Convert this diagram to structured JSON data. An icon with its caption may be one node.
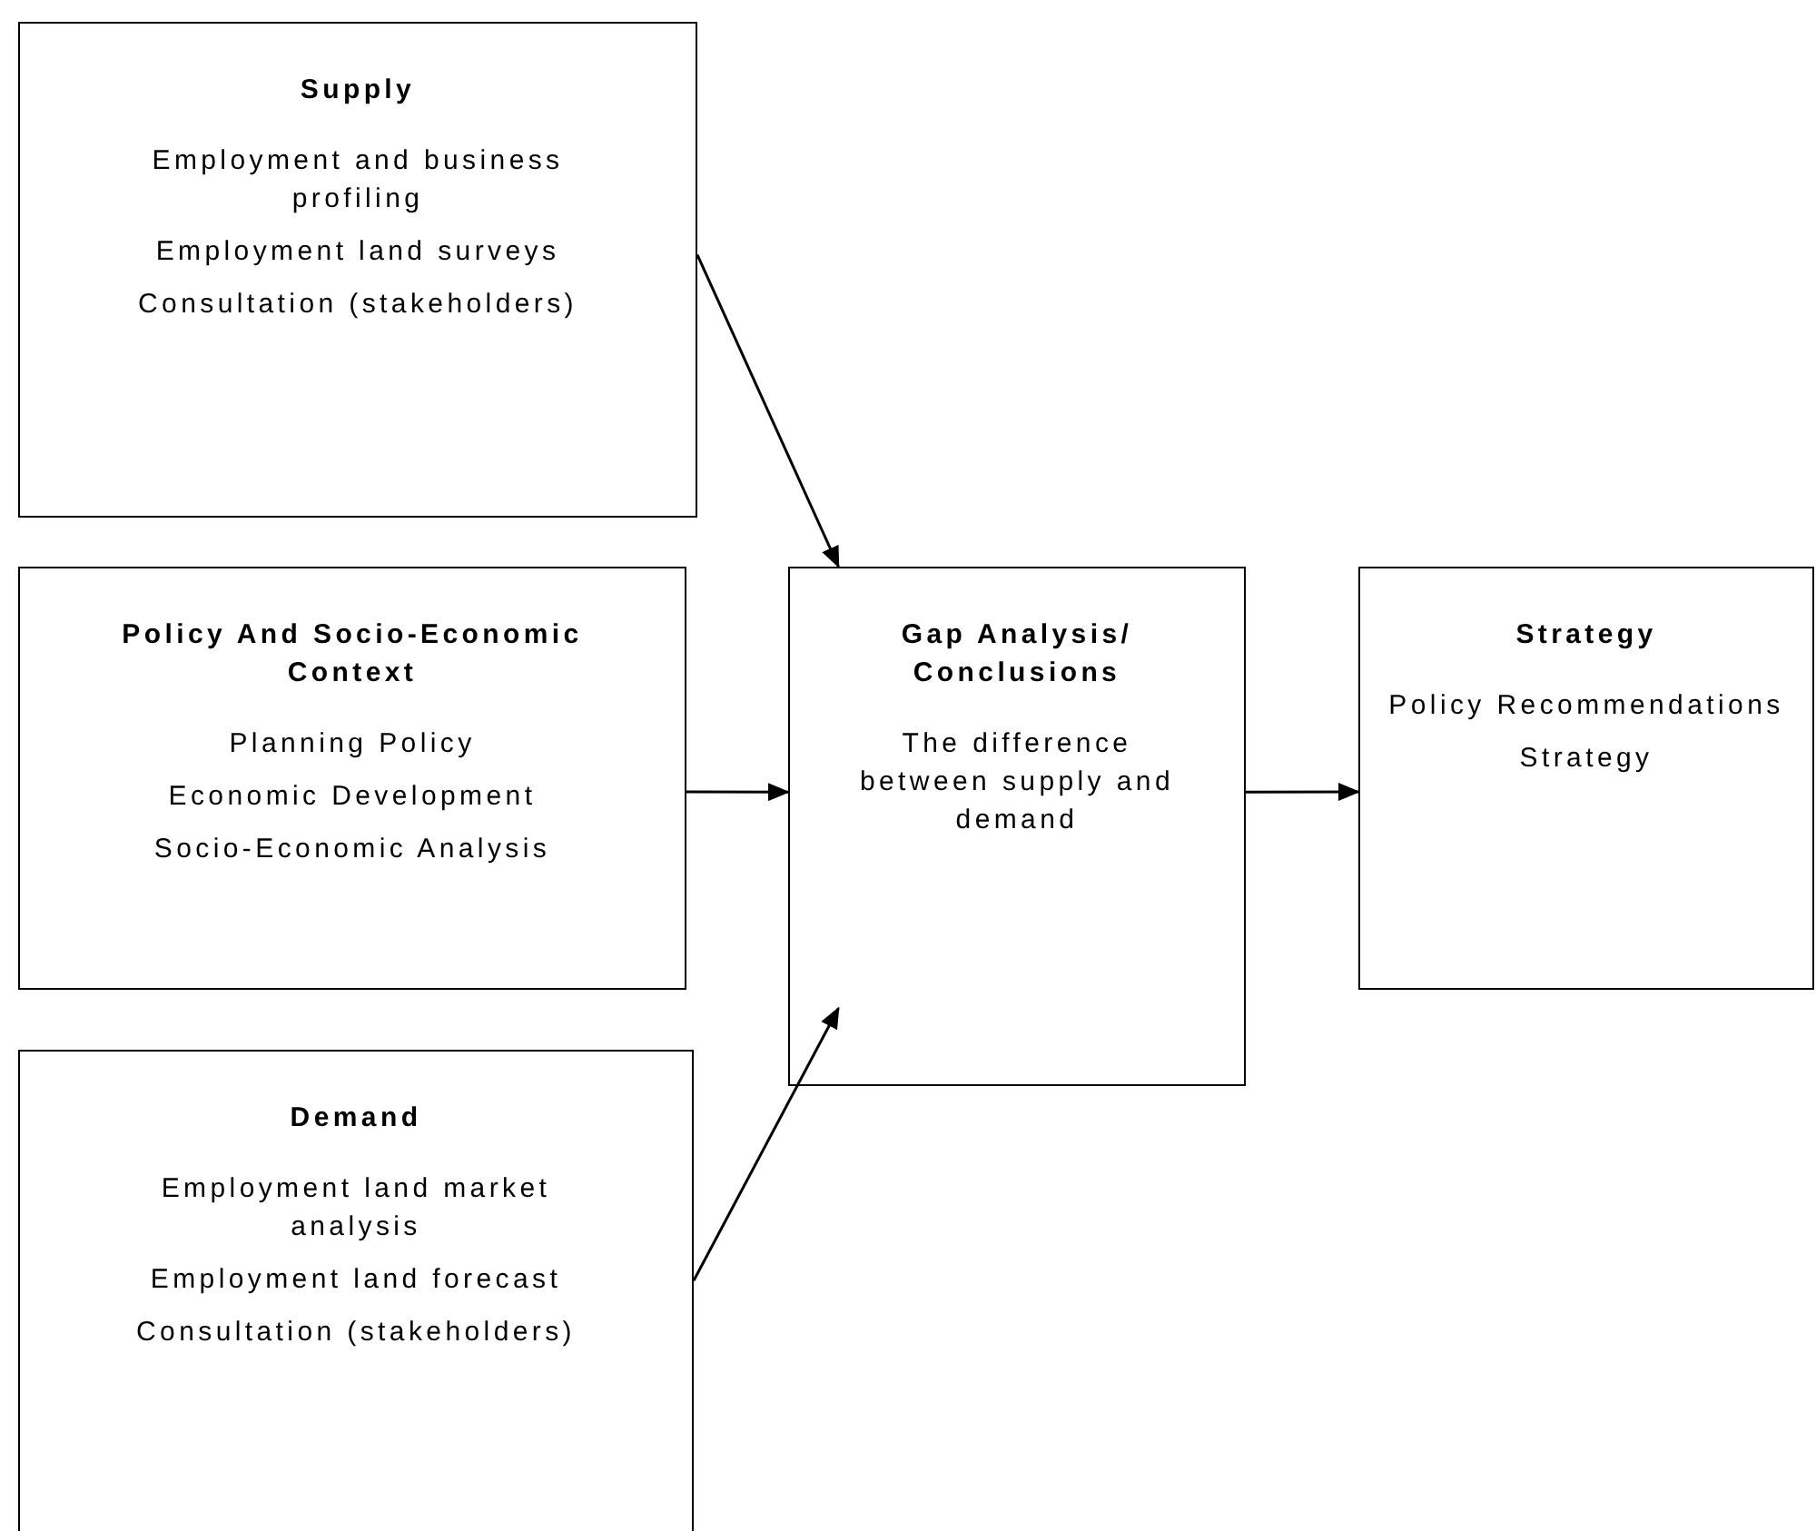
{
  "diagram": {
    "nodes": [
      {
        "text": [
          "Supply",
          "Employment and business profiling",
          "Employment land surveys",
          "Consultation (stakeholders)"
        ]
      },
      {
        "text": [
          "Policy And Socio-Economic Context",
          "Planning Policy",
          "Economic Development",
          "Socio-Economic Analysis"
        ]
      },
      {
        "text": [
          "Demand",
          "Employment land market analysis",
          "Employment land forecast",
          "Consultation (stakeholders)"
        ]
      },
      {
        "text": [
          "Gap Analysis/ Conclusions",
          "The difference between supply and demand"
        ]
      },
      {
        "text": [
          "Strategy",
          "Policy Recommendations",
          "Strategy"
        ]
      }
    ],
    "edges": [
      {
        "from": 0,
        "to": 3,
        "arrow": "to"
      },
      {
        "from": 1,
        "to": 3,
        "arrow": "to"
      },
      {
        "from": 2,
        "to": 3,
        "arrow": "to"
      },
      {
        "from": 3,
        "to": 4,
        "arrow": "to"
      }
    ]
  }
}
